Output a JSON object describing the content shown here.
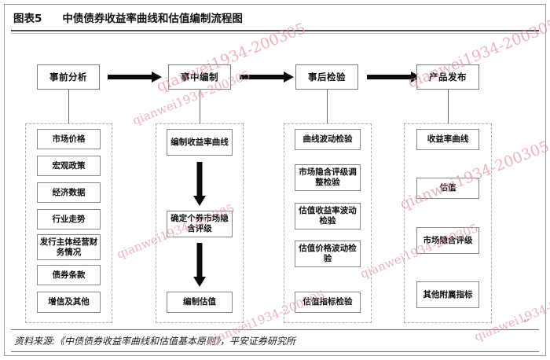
{
  "figure": {
    "label": "图表5",
    "title": "中债债券收益率曲线和估值编制流程图"
  },
  "source": {
    "text": "资料来源:《中债债券收益率曲线和估值基本原则》，平安证券研究所"
  },
  "watermark": {
    "text": "qianwei1934-200305",
    "color": "#e79aa3"
  },
  "diagram": {
    "type": "flowchart",
    "direction": "left-to-right",
    "stages": [
      {
        "id": "stage-1",
        "label": "事前分析",
        "items": [
          {
            "label": "市场价格"
          },
          {
            "label": "宏观政策"
          },
          {
            "label": "经济数据"
          },
          {
            "label": "行业走势"
          },
          {
            "label": "发行主体经营财务情况"
          },
          {
            "label": "债券条款"
          },
          {
            "label": "增信及其他"
          }
        ]
      },
      {
        "id": "stage-2",
        "label": "事中编制",
        "items": [
          {
            "label": "编制收益率曲线"
          },
          {
            "label": "确定个券市场隐含评级"
          },
          {
            "label": "编制估值"
          }
        ],
        "internal_flow": "sequential-down"
      },
      {
        "id": "stage-3",
        "label": "事后检验",
        "items": [
          {
            "label": "曲线波动检验"
          },
          {
            "label": "市场隐含评级调整检验"
          },
          {
            "label": "估值收益率波动检验"
          },
          {
            "label": "估值价格波动检验"
          },
          {
            "label": "估值指标检验"
          }
        ]
      },
      {
        "id": "stage-4",
        "label": "产品发布",
        "items": [
          {
            "label": "收益率曲线"
          },
          {
            "label": "估值"
          },
          {
            "label": "市场隐含评级"
          },
          {
            "label": "其他附属指标"
          }
        ]
      }
    ]
  }
}
